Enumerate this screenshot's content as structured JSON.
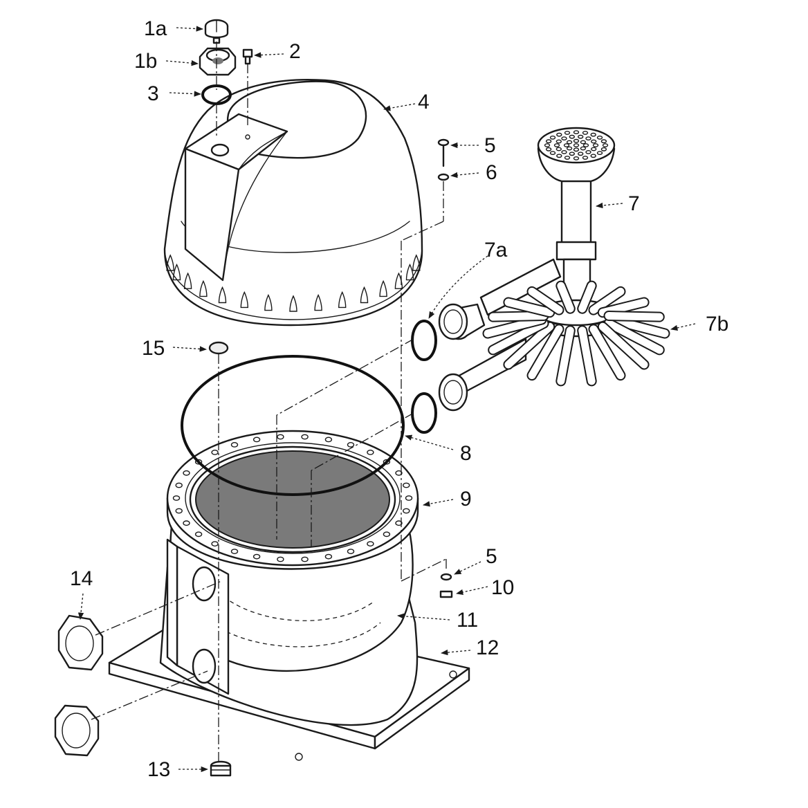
{
  "callouts": {
    "c1a": "1a",
    "c1b": "1b",
    "c2": "2",
    "c3": "3",
    "c4": "4",
    "c5a": "5",
    "c6": "6",
    "c7": "7",
    "c7a": "7a",
    "c7b": "7b",
    "c15": "15",
    "c8": "8",
    "c9": "9",
    "c5b": "5",
    "c10": "10",
    "c14": "14",
    "c11": "11",
    "c12": "12",
    "c13": "13"
  },
  "colors": {
    "ink": "#1a1a1a",
    "lateral_fill": "#7a7a7a",
    "paper": "#ffffff"
  }
}
